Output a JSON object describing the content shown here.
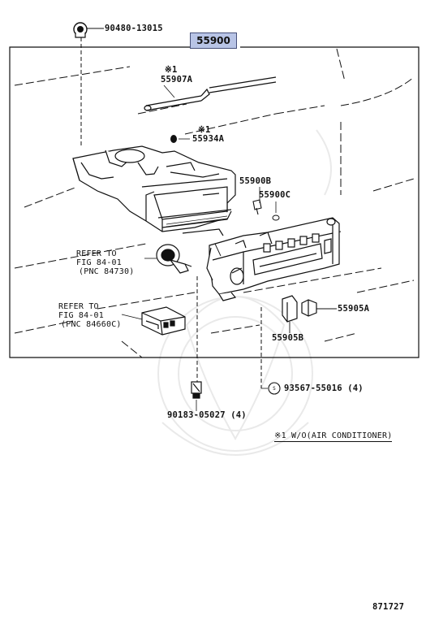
{
  "assembly": {
    "part_number": "55900"
  },
  "parts": {
    "p90480": "90480-13015",
    "p55907a_mark": "※1",
    "p55907a": "55907A",
    "p55934a_mark": "※1",
    "p55934a": "55934A",
    "p55900b": "55900B",
    "p55900c": "55900C",
    "p55905a": "55905A",
    "p55905b": "55905B",
    "p93567": "93567-55016 (4)",
    "p93567_symbol": "S",
    "p90183": "90183-05027 (4)"
  },
  "references": {
    "ref1": {
      "line1": "REFER TO",
      "line2": "FIG 84-01",
      "line3": "(PNC 84730)"
    },
    "ref2": {
      "line1": "REFER TO",
      "line2": "FIG 84-01",
      "line3": "(PNC 84660C)"
    }
  },
  "footnote": "※1 W/O(AIR CONDITIONER)",
  "figure_number": "871727"
}
